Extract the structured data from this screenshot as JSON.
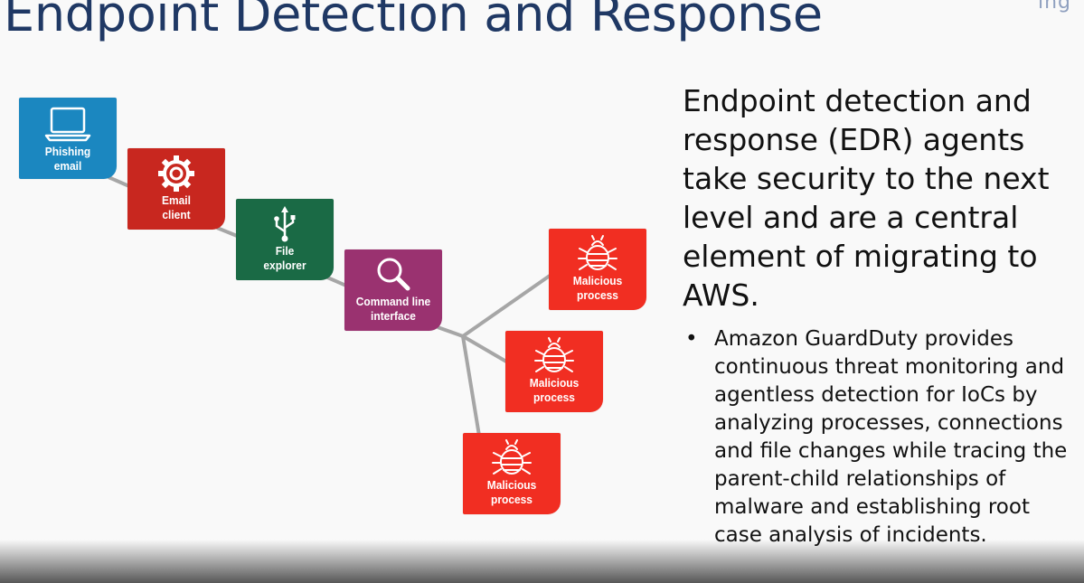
{
  "slide": {
    "title": "Endpoint Detection and Response",
    "corner_text": "ing"
  },
  "diagram": {
    "nodes": [
      {
        "id": "phishing",
        "label": "Phishing\nemail",
        "icon": "laptop-icon",
        "color": "#1b87c0"
      },
      {
        "id": "email",
        "label": "Email\nclient",
        "icon": "gear-icon",
        "color": "#c8271f"
      },
      {
        "id": "file",
        "label": "File\nexplorer",
        "icon": "usb-icon",
        "color": "#1a6a45"
      },
      {
        "id": "cmd",
        "label": "Command line\ninterface",
        "icon": "magnifier-icon",
        "color": "#9a3270"
      },
      {
        "id": "mal1",
        "label": "Malicious\nprocess",
        "icon": "bug-icon",
        "color": "#f12e22"
      },
      {
        "id": "mal2",
        "label": "Malicious\nprocess",
        "icon": "bug-icon",
        "color": "#f12e22"
      },
      {
        "id": "mal3",
        "label": "Malicious\nprocess",
        "icon": "bug-icon",
        "color": "#f12e22"
      }
    ],
    "link_color": "#a6a6a6"
  },
  "text": {
    "headline": "Endpoint detection and response (EDR) agents take security to the next level and are a central element of migrating to AWS.",
    "bullet_marker": "•",
    "bullet": "Amazon GuardDuty provides continuous threat monitoring and agentless detection for IoCs by analyzing processes, connections and file changes while tracing the parent-child relationships of malware and establishing root case analysis of incidents."
  }
}
